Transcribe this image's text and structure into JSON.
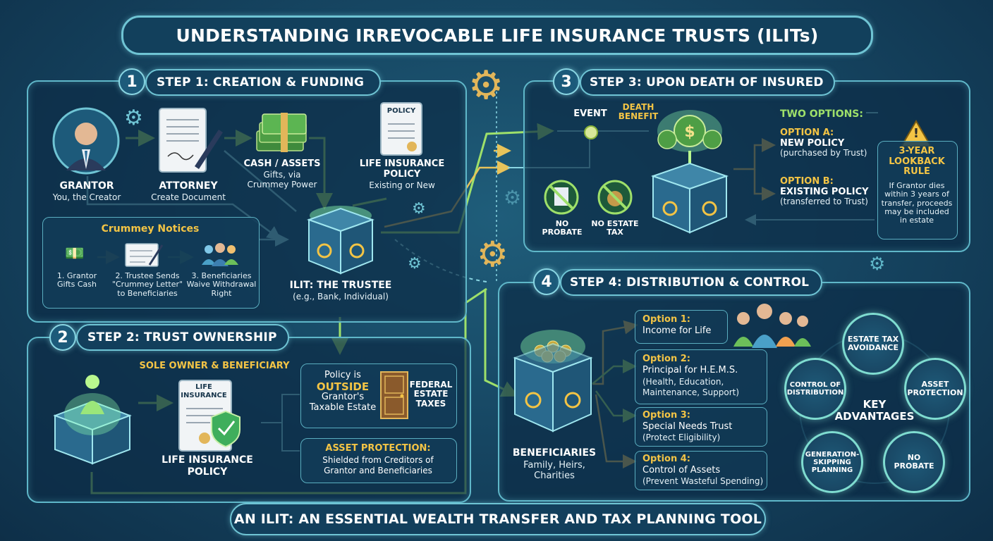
{
  "title": "UNDERSTANDING IRREVOCABLE LIFE INSURANCE TRUSTS (ILITs)",
  "footer": "AN ILIT: AN ESSENTIAL WEALTH TRANSFER AND TAX PLANNING TOOL",
  "step1": {
    "number": "1",
    "title": "STEP 1: CREATION & FUNDING",
    "grantor": {
      "name": "GRANTOR",
      "desc": "You, the Creator"
    },
    "attorney": {
      "name": "ATTORNEY",
      "desc": "Create Document"
    },
    "cash": {
      "name": "CASH / ASSETS",
      "desc1": "Gifts, via",
      "desc2": "Crummey Power"
    },
    "policy": {
      "badge": "POLICY",
      "name1": "LIFE INSURANCE",
      "name2": "POLICY",
      "desc": "Existing or New"
    },
    "crummey": {
      "title": "Crummey Notices",
      "items": [
        {
          "line1": "1. Grantor",
          "line2": "Gifts Cash",
          "line3": ""
        },
        {
          "line1": "2. Trustee Sends",
          "line2": "\"Crummey Letter\"",
          "line3": "to Beneficiaries"
        },
        {
          "line1": "3. Beneficiaries",
          "line2": "Waive Withdrawal",
          "line3": "Right"
        }
      ]
    },
    "trustee": {
      "name": "ILIT: THE TRUSTEE",
      "desc": "(e.g., Bank, Individual)"
    }
  },
  "step2": {
    "number": "2",
    "title": "STEP 2: TRUST OWNERSHIP",
    "owner_label": "SOLE OWNER & BENEFICIARY",
    "doc_label1": "LIFE",
    "doc_label2": "INSURANCE",
    "policy1": "LIFE INSURANCE",
    "policy2": "POLICY",
    "outside": {
      "line1": "Policy is",
      "line2": "OUTSIDE",
      "line3": "Grantor's",
      "line4": "Taxable Estate"
    },
    "federal": {
      "line1": "FEDERAL",
      "line2": "ESTATE",
      "line3": "TAXES"
    },
    "protection": {
      "title": "ASSET PROTECTION:",
      "line1": "Shielded from Creditors of",
      "line2": "Grantor and Beneficiaries"
    }
  },
  "step3": {
    "number": "3",
    "title": "STEP 3: UPON DEATH OF INSURED",
    "event": "EVENT",
    "death_benefit1": "DEATH",
    "death_benefit2": "BENEFIT",
    "no_probate1": "NO",
    "no_probate2": "PROBATE",
    "no_tax1": "NO ESTATE",
    "no_tax2": "TAX",
    "two_options": "TWO OPTIONS:",
    "optionA": {
      "label": "OPTION A:",
      "name": "NEW POLICY",
      "desc": "(purchased by Trust)"
    },
    "optionB": {
      "label": "OPTION B:",
      "name": "EXISTING POLICY",
      "desc": "(transferred to Trust)"
    },
    "warning_glyph": "!",
    "lookback": {
      "title1": "3-YEAR",
      "title2": "LOOKBACK",
      "title3": "RULE",
      "line1": "If Grantor dies",
      "line2": "within 3 years of",
      "line3": "transfer, proceeds",
      "line4": "may be included",
      "line5": "in estate"
    }
  },
  "step4": {
    "number": "4",
    "title": "STEP 4: DISTRIBUTION & CONTROL",
    "beneficiaries": {
      "name": "BENEFICIARIES",
      "line1": "Family, Heirs,",
      "line2": "Charities"
    },
    "options": [
      {
        "label": "Option 1:",
        "line1": "Income for Life",
        "line2": "",
        "line3": ""
      },
      {
        "label": "Option 2:",
        "line1": "Principal for H.E.M.S.",
        "line2": "(Health, Education,",
        "line3": "Maintenance, Support)"
      },
      {
        "label": "Option 3:",
        "line1": "Special Needs Trust",
        "line2": "(Protect Eligibility)",
        "line3": ""
      },
      {
        "label": "Option 4:",
        "line1": "Control of Assets",
        "line2": "(Prevent Wasteful Spending)",
        "line3": ""
      }
    ],
    "advantages": {
      "center1": "KEY",
      "center2": "ADVANTAGES",
      "items": [
        {
          "line1": "ESTATE TAX",
          "line2": "AVOIDANCE",
          "line3": ""
        },
        {
          "line1": "ASSET",
          "line2": "PROTECTION",
          "line3": ""
        },
        {
          "line1": "NO",
          "line2": "PROBATE",
          "line3": ""
        },
        {
          "line1": "GENERATION-",
          "line2": "SKIPPING",
          "line3": "PLANNING"
        },
        {
          "line1": "CONTROL OF",
          "line2": "DISTRIBUTION",
          "line3": ""
        }
      ]
    }
  },
  "colors": {
    "accent": "#5fb7c9",
    "yellow": "#f3c445",
    "green": "#9ee06a",
    "background": "#15435f"
  }
}
